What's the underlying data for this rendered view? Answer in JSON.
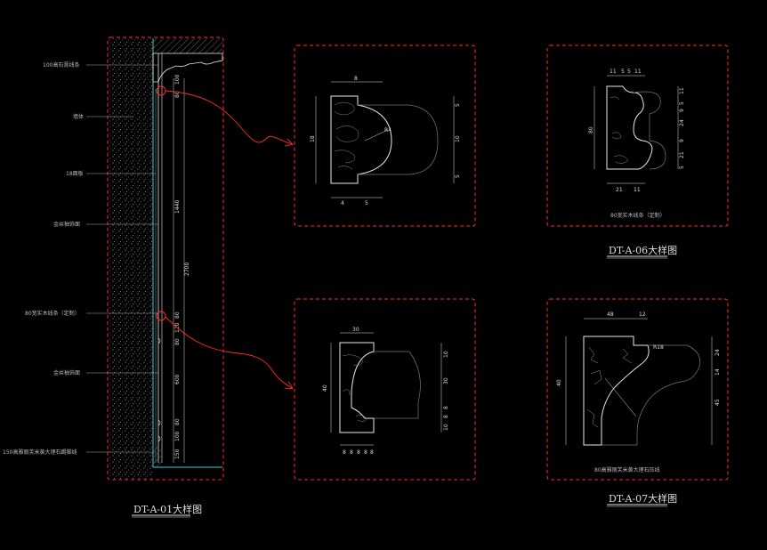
{
  "colors": {
    "background": "#000000",
    "frame": "#ff2a2a",
    "outline": "#e8e8e8",
    "cyan": "#3fd0d0",
    "hatch": "#8a8a8a",
    "text": "#bbbbbb"
  },
  "elevation": {
    "labels": [
      {
        "text": "100高石膏线条"
      },
      {
        "text": "墙体"
      },
      {
        "text": "18面板"
      },
      {
        "text": "金丝柚饰面"
      },
      {
        "text": "80宽实木线条（定制）"
      },
      {
        "text": "金丝柚饰面"
      },
      {
        "text": "150高雅丽芙米黄大理石踢脚线"
      }
    ],
    "dims": [
      "100",
      "80",
      "1440",
      "2700",
      "80",
      "120",
      "80",
      "600",
      "80",
      "100",
      "150"
    ],
    "title": "DT-A-01大样图"
  },
  "detail_a": {
    "dims": [
      "8",
      "5",
      "18",
      "10",
      "5",
      "4",
      "5",
      "R4"
    ]
  },
  "detail_b": {
    "dims": [
      "30",
      "10",
      "30",
      "8",
      "8",
      "10",
      "40",
      "8",
      "8",
      "8",
      "8",
      "8"
    ]
  },
  "detail_c": {
    "dims": [
      "11",
      "5",
      "5",
      "11",
      "11",
      "5",
      "9",
      "24",
      "9",
      "21",
      "5",
      "80",
      "21",
      "11"
    ],
    "caption": "80宽实木线条（定制）",
    "title": "DT-A-06大样图"
  },
  "detail_d": {
    "dims": [
      "48",
      "12",
      "24",
      "14",
      "45",
      "40",
      "R18"
    ],
    "caption": "80高雅丽芙米黄大理石压线",
    "title": "DT-A-07大样图"
  }
}
